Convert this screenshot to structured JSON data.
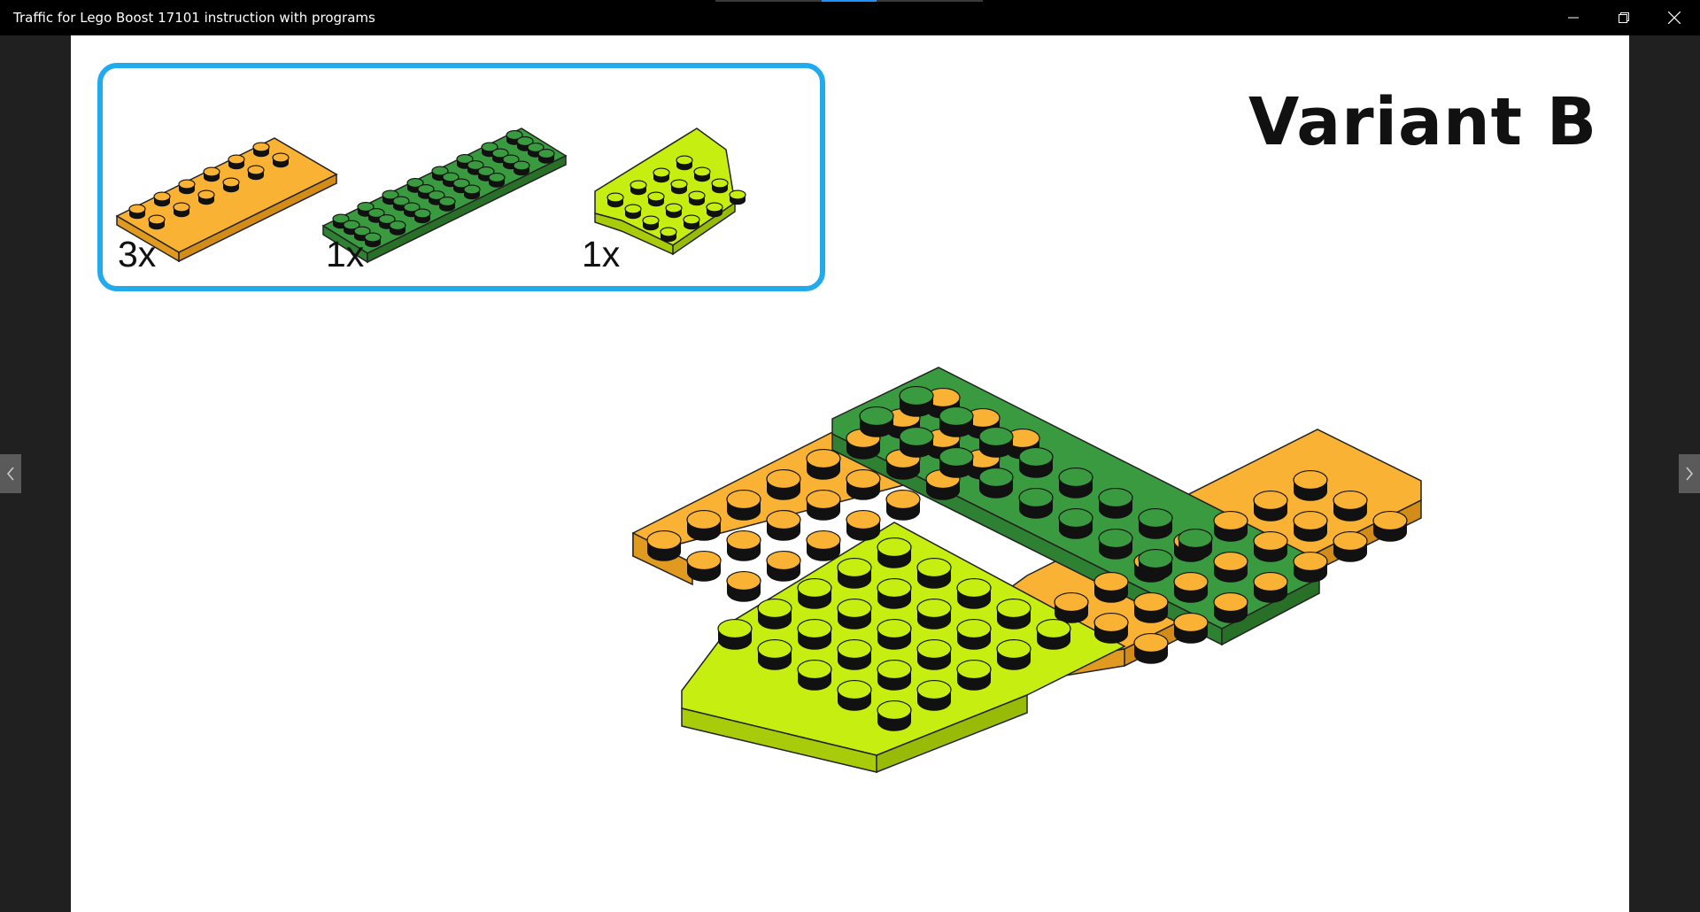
{
  "window": {
    "title": "Traffic for Lego Boost 17101 instruction with programs",
    "controls": {
      "minimize_icon": "minimize-icon",
      "maximize_icon": "restore-icon",
      "close_icon": "close-icon"
    }
  },
  "instruction": {
    "heading": "Variant B",
    "parts": [
      {
        "qty": "3x",
        "color": "#f9b233",
        "name": "orange-plate"
      },
      {
        "qty": "1x",
        "color": "#3a9a3f",
        "name": "dark-green-plate"
      },
      {
        "qty": "1x",
        "color": "#c6ee11",
        "name": "lime-wedge-plate"
      }
    ],
    "colors": {
      "frame": "#22aaee",
      "orange": "#f9b233",
      "dark_green": "#3a9a3f",
      "lime": "#c6ee11"
    }
  },
  "navigation": {
    "prev_icon": "chevron-left-icon",
    "next_icon": "chevron-right-icon"
  }
}
